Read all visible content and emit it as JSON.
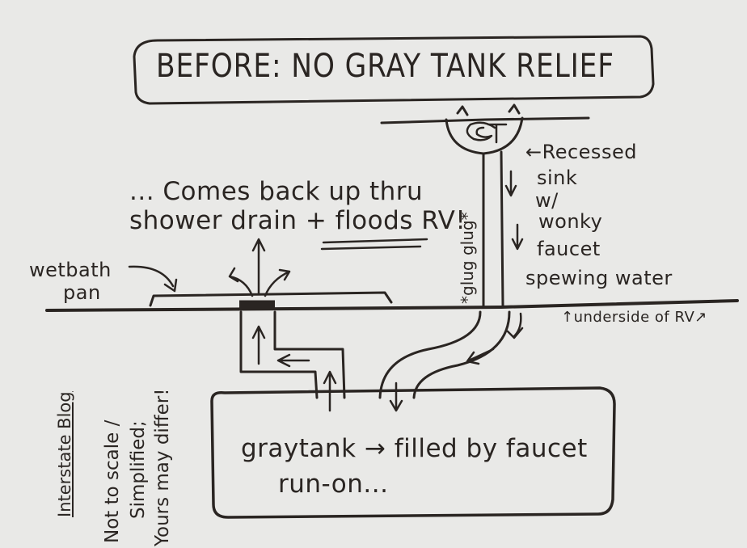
{
  "title": "BEFORE: NO GRAY TANK RELIEF",
  "annotations": {
    "comes_back_line1": "... Comes back up thru",
    "comes_back_line2": "shower drain + floods RV!",
    "wet_bath_line1": "wetbath",
    "wet_bath_line2": "pan",
    "glug": "*glug glug*",
    "sink_line1": "←Recessed",
    "sink_line2": "sink",
    "sink_line3": "w/",
    "sink_line4": "wonky",
    "sink_line5": "faucet",
    "sink_line6": "spewing water",
    "underside": "↑underside of RV↗",
    "tank_line1": "graytank → filled by faucet",
    "tank_line2": "run-on...",
    "blog": "Interstate Blog",
    "disclaimer_line1": "Not to scale /",
    "disclaimer_line2": "Simplified;",
    "disclaimer_line3": "Yours may differ!"
  }
}
